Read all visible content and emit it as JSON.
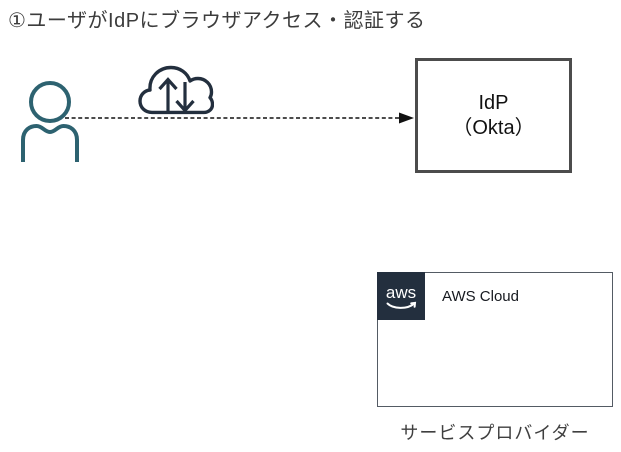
{
  "title": "①ユーザがIdPにブラウザアクセス・認証する",
  "actors": {
    "user": {
      "icon": "user-icon"
    },
    "internet": {
      "icon": "cloud-up-down-arrows-icon"
    }
  },
  "arrow": {
    "style": "dashed",
    "direction": "user-to-idp"
  },
  "idp_box": {
    "line1": "IdP",
    "line2": "（Okta）"
  },
  "aws": {
    "logo_text": "aws",
    "label": "AWS Cloud"
  },
  "caption": "サービスプロバイダー",
  "colors": {
    "title_text": "#3C3C3C",
    "user_icon": "#2D6270",
    "cloud_icon": "#232F3E",
    "idp_border": "#4C4C4C",
    "aws_border": "#545B64",
    "aws_logo_bg": "#232F3E",
    "arrow": "#111111",
    "caption_text": "#3F3F3F"
  }
}
